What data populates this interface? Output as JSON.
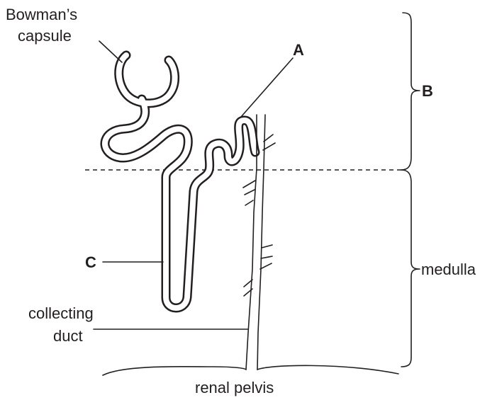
{
  "labels": {
    "bowmans_line1": "Bowman’s",
    "bowmans_line2": "capsule",
    "a": "A",
    "b": "B",
    "c": "C",
    "medulla": "medulla",
    "collecting_line1": "collecting",
    "collecting_line2": "duct",
    "renal_pelvis": "renal pelvis"
  }
}
